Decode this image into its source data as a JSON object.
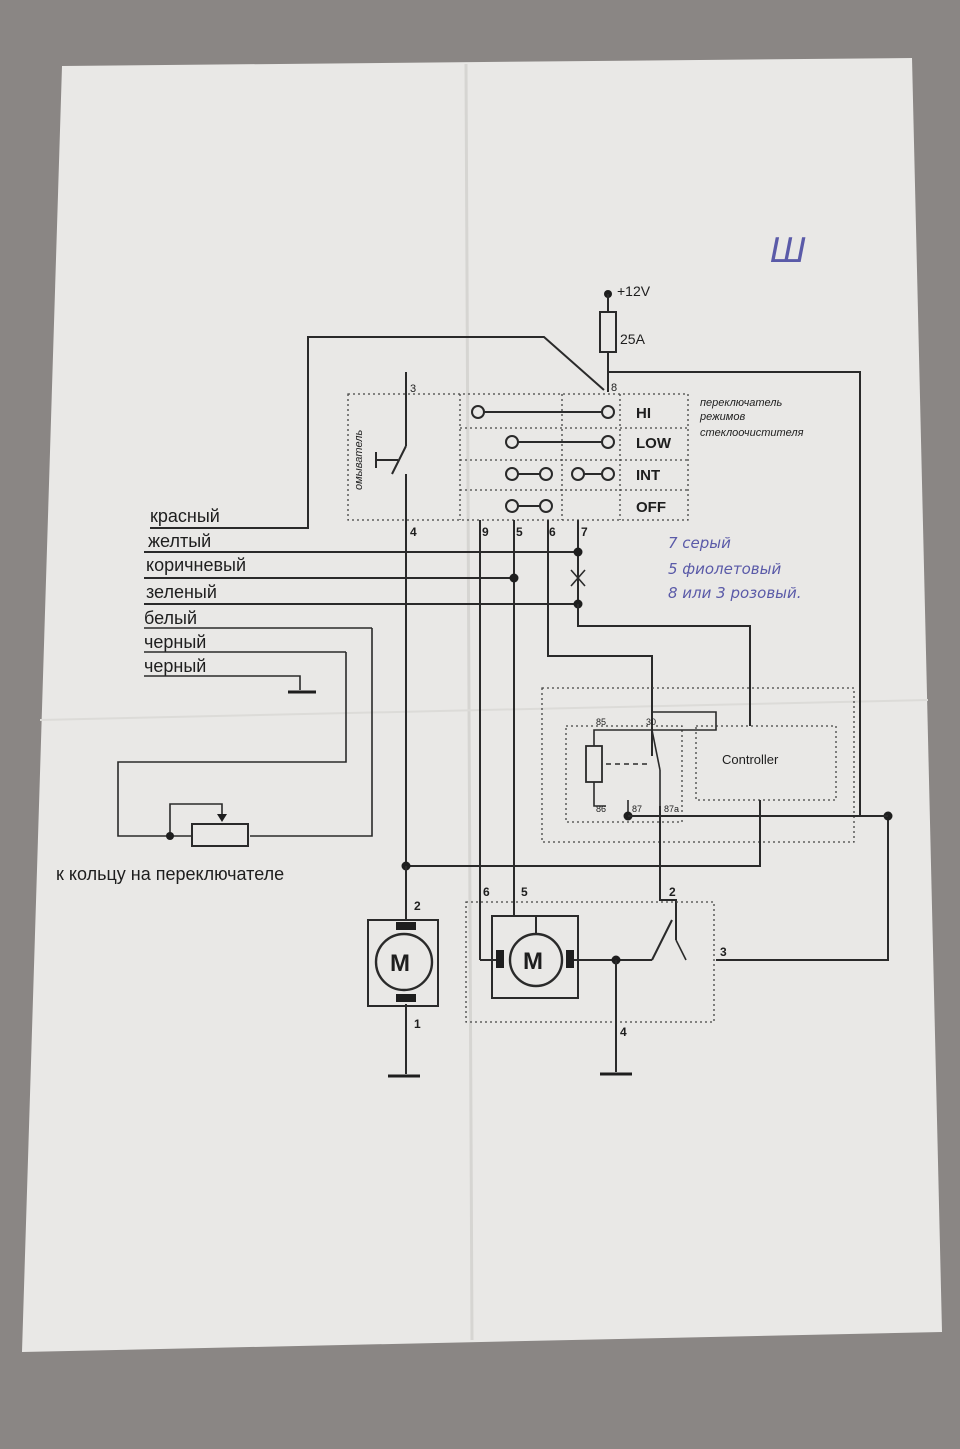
{
  "power": {
    "voltage": "+12V",
    "fuse": "25A"
  },
  "corner_mark": "Ш",
  "switch": {
    "title_lines": [
      "переключатель",
      "режимов",
      "стеклоочистителя"
    ],
    "modes": [
      "HI",
      "LOW",
      "INT",
      "OFF"
    ],
    "washer_label": "омыватель",
    "top_pins": [
      "3",
      "8"
    ],
    "bottom_pins": [
      "4",
      "9",
      "5",
      "6",
      "7"
    ]
  },
  "wires": [
    "красный",
    "желтый",
    "коричневый",
    "зеленый",
    "белый",
    "черный",
    "черный"
  ],
  "ring_label": "к кольцу на переключателе",
  "relay": {
    "pins": [
      "85",
      "30",
      "86",
      "87",
      "87a"
    ],
    "controller": "Controller"
  },
  "motors": {
    "symbol": "M",
    "washer_pins": [
      "2",
      "1"
    ],
    "wiper_pins": [
      "6",
      "5",
      "2",
      "3",
      "4"
    ]
  },
  "handwritten": [
    "7 серый",
    "5 фиолетовый",
    "8 или 3 розовый."
  ]
}
